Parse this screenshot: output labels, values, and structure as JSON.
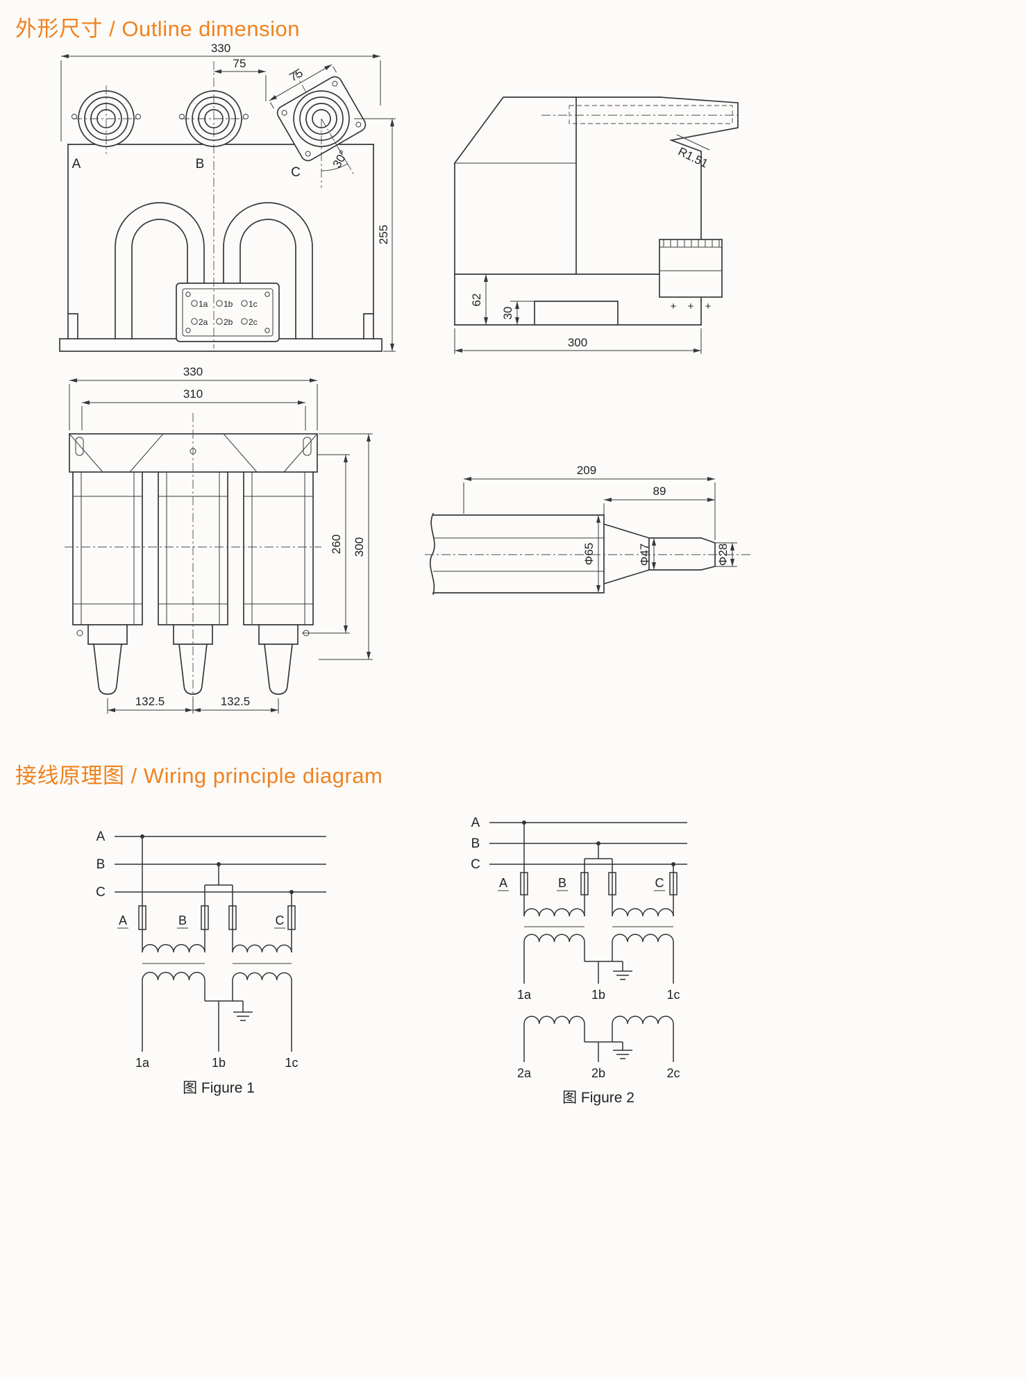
{
  "titles": {
    "outline": "外形尺寸 / Outline dimension",
    "wiring": "接线原理图 / Wiring principle diagram"
  },
  "colors": {
    "accent": "#F0821E",
    "line": "#383838"
  },
  "front_view": {
    "dim_width": "330",
    "dim_pitch": "75",
    "dim_angled75": "75",
    "angle30": "30°",
    "dim_height": "255",
    "phase_a": "A",
    "phase_b": "B",
    "phase_c": "C",
    "terminals": {
      "r1c1": "1a",
      "r1c2": "1b",
      "r1c3": "1c",
      "r2c1": "2a",
      "r2c2": "2b",
      "r2c3": "2c"
    }
  },
  "side_view": {
    "dim_62": "62",
    "dim_30": "30",
    "dim_300": "300",
    "radius": "R1.51",
    "plus": "+"
  },
  "plan_view": {
    "dim_330": "330",
    "dim_310": "310",
    "dim_260": "260",
    "dim_300": "300",
    "dim_left": "132.5",
    "dim_right": "132.5"
  },
  "bushing_detail": {
    "dim_209": "209",
    "dim_89": "89",
    "dia_large": "Φ65",
    "dia_mid": "Φ47",
    "dia_small": "Φ28"
  },
  "figure1": {
    "line_a": "A",
    "line_b": "B",
    "line_c": "C",
    "wind_a": "A",
    "wind_b": "B",
    "wind_c": "C",
    "t1a": "1a",
    "t1b": "1b",
    "t1c": "1c",
    "caption": "图 Figure 1"
  },
  "figure2": {
    "line_a": "A",
    "line_b": "B",
    "line_c": "C",
    "wind_a": "A",
    "wind_b": "B",
    "wind_c": "C",
    "t1a": "1a",
    "t1b": "1b",
    "t1c": "1c",
    "t2a": "2a",
    "t2b": "2b",
    "t2c": "2c",
    "caption": "图 Figure 2"
  }
}
